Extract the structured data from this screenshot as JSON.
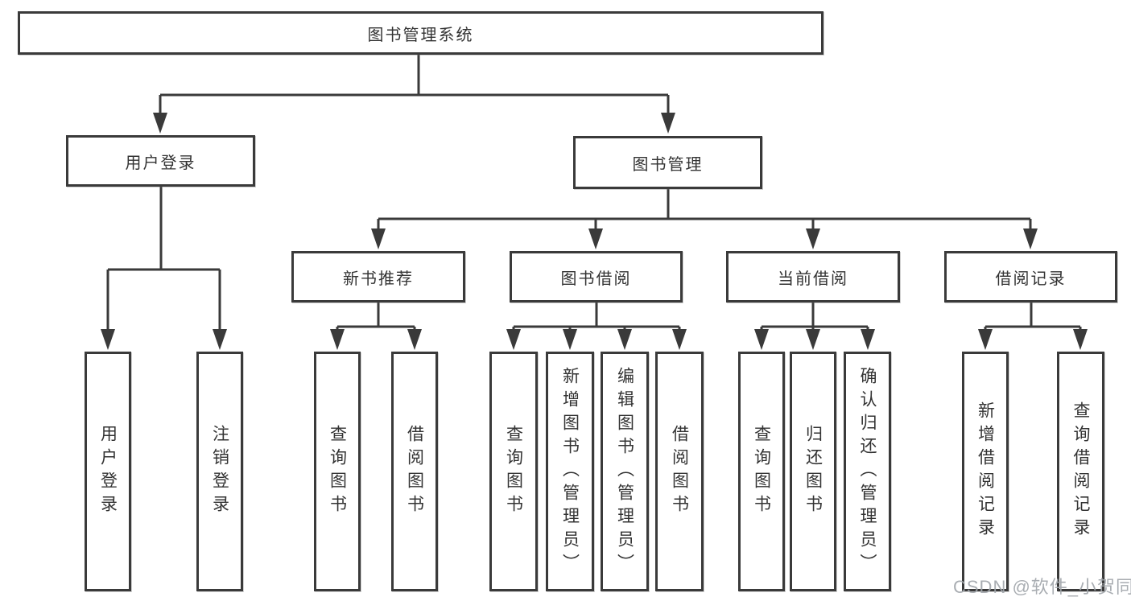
{
  "diagram": {
    "root": {
      "label": "图书管理系统"
    },
    "level2": [
      {
        "label": "用户登录"
      },
      {
        "label": "图书管理"
      }
    ],
    "level3": [
      {
        "label": "新书推荐"
      },
      {
        "label": "图书借阅"
      },
      {
        "label": "当前借阅"
      },
      {
        "label": "借阅记录"
      }
    ],
    "leaves": {
      "user_login": [
        "用户登录",
        "注销登录"
      ],
      "new_book_recommend": [
        "查询图书",
        "借阅图书"
      ],
      "book_borrow": [
        "查询图书",
        "新增图书（管理员）",
        "编辑图书（管理员）",
        "借阅图书"
      ],
      "current_borrow": [
        "查询图书",
        "归还图书",
        "确认归还（管理员）"
      ],
      "borrow_records": [
        "新增借阅记录",
        "查询借阅记录"
      ]
    }
  },
  "watermark": "CSDN @软件_小贺同学",
  "colors": {
    "line": "#3a3a3a",
    "text": "#333333",
    "watermark": "#a2a7ac",
    "background": "#ffffff"
  }
}
